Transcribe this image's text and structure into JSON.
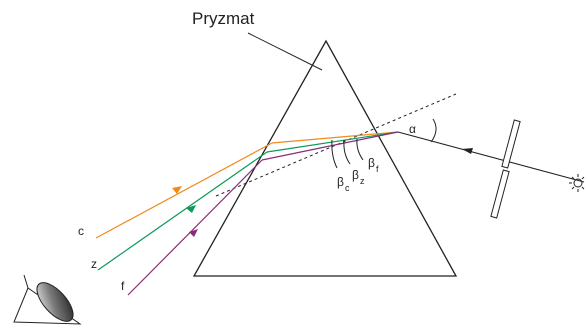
{
  "title": "Pryzmat",
  "labels": {
    "incidence_angle": "α",
    "beta": "β",
    "beta_sub_c": "c",
    "beta_sub_z": "z",
    "beta_sub_f": "f",
    "ray_c": "c",
    "ray_z": "z",
    "ray_f": "f"
  },
  "colors": {
    "ray_c": "#f08a1e",
    "ray_z": "#0a9a5a",
    "ray_f": "#8a2a7a",
    "outline": "#222222"
  }
}
